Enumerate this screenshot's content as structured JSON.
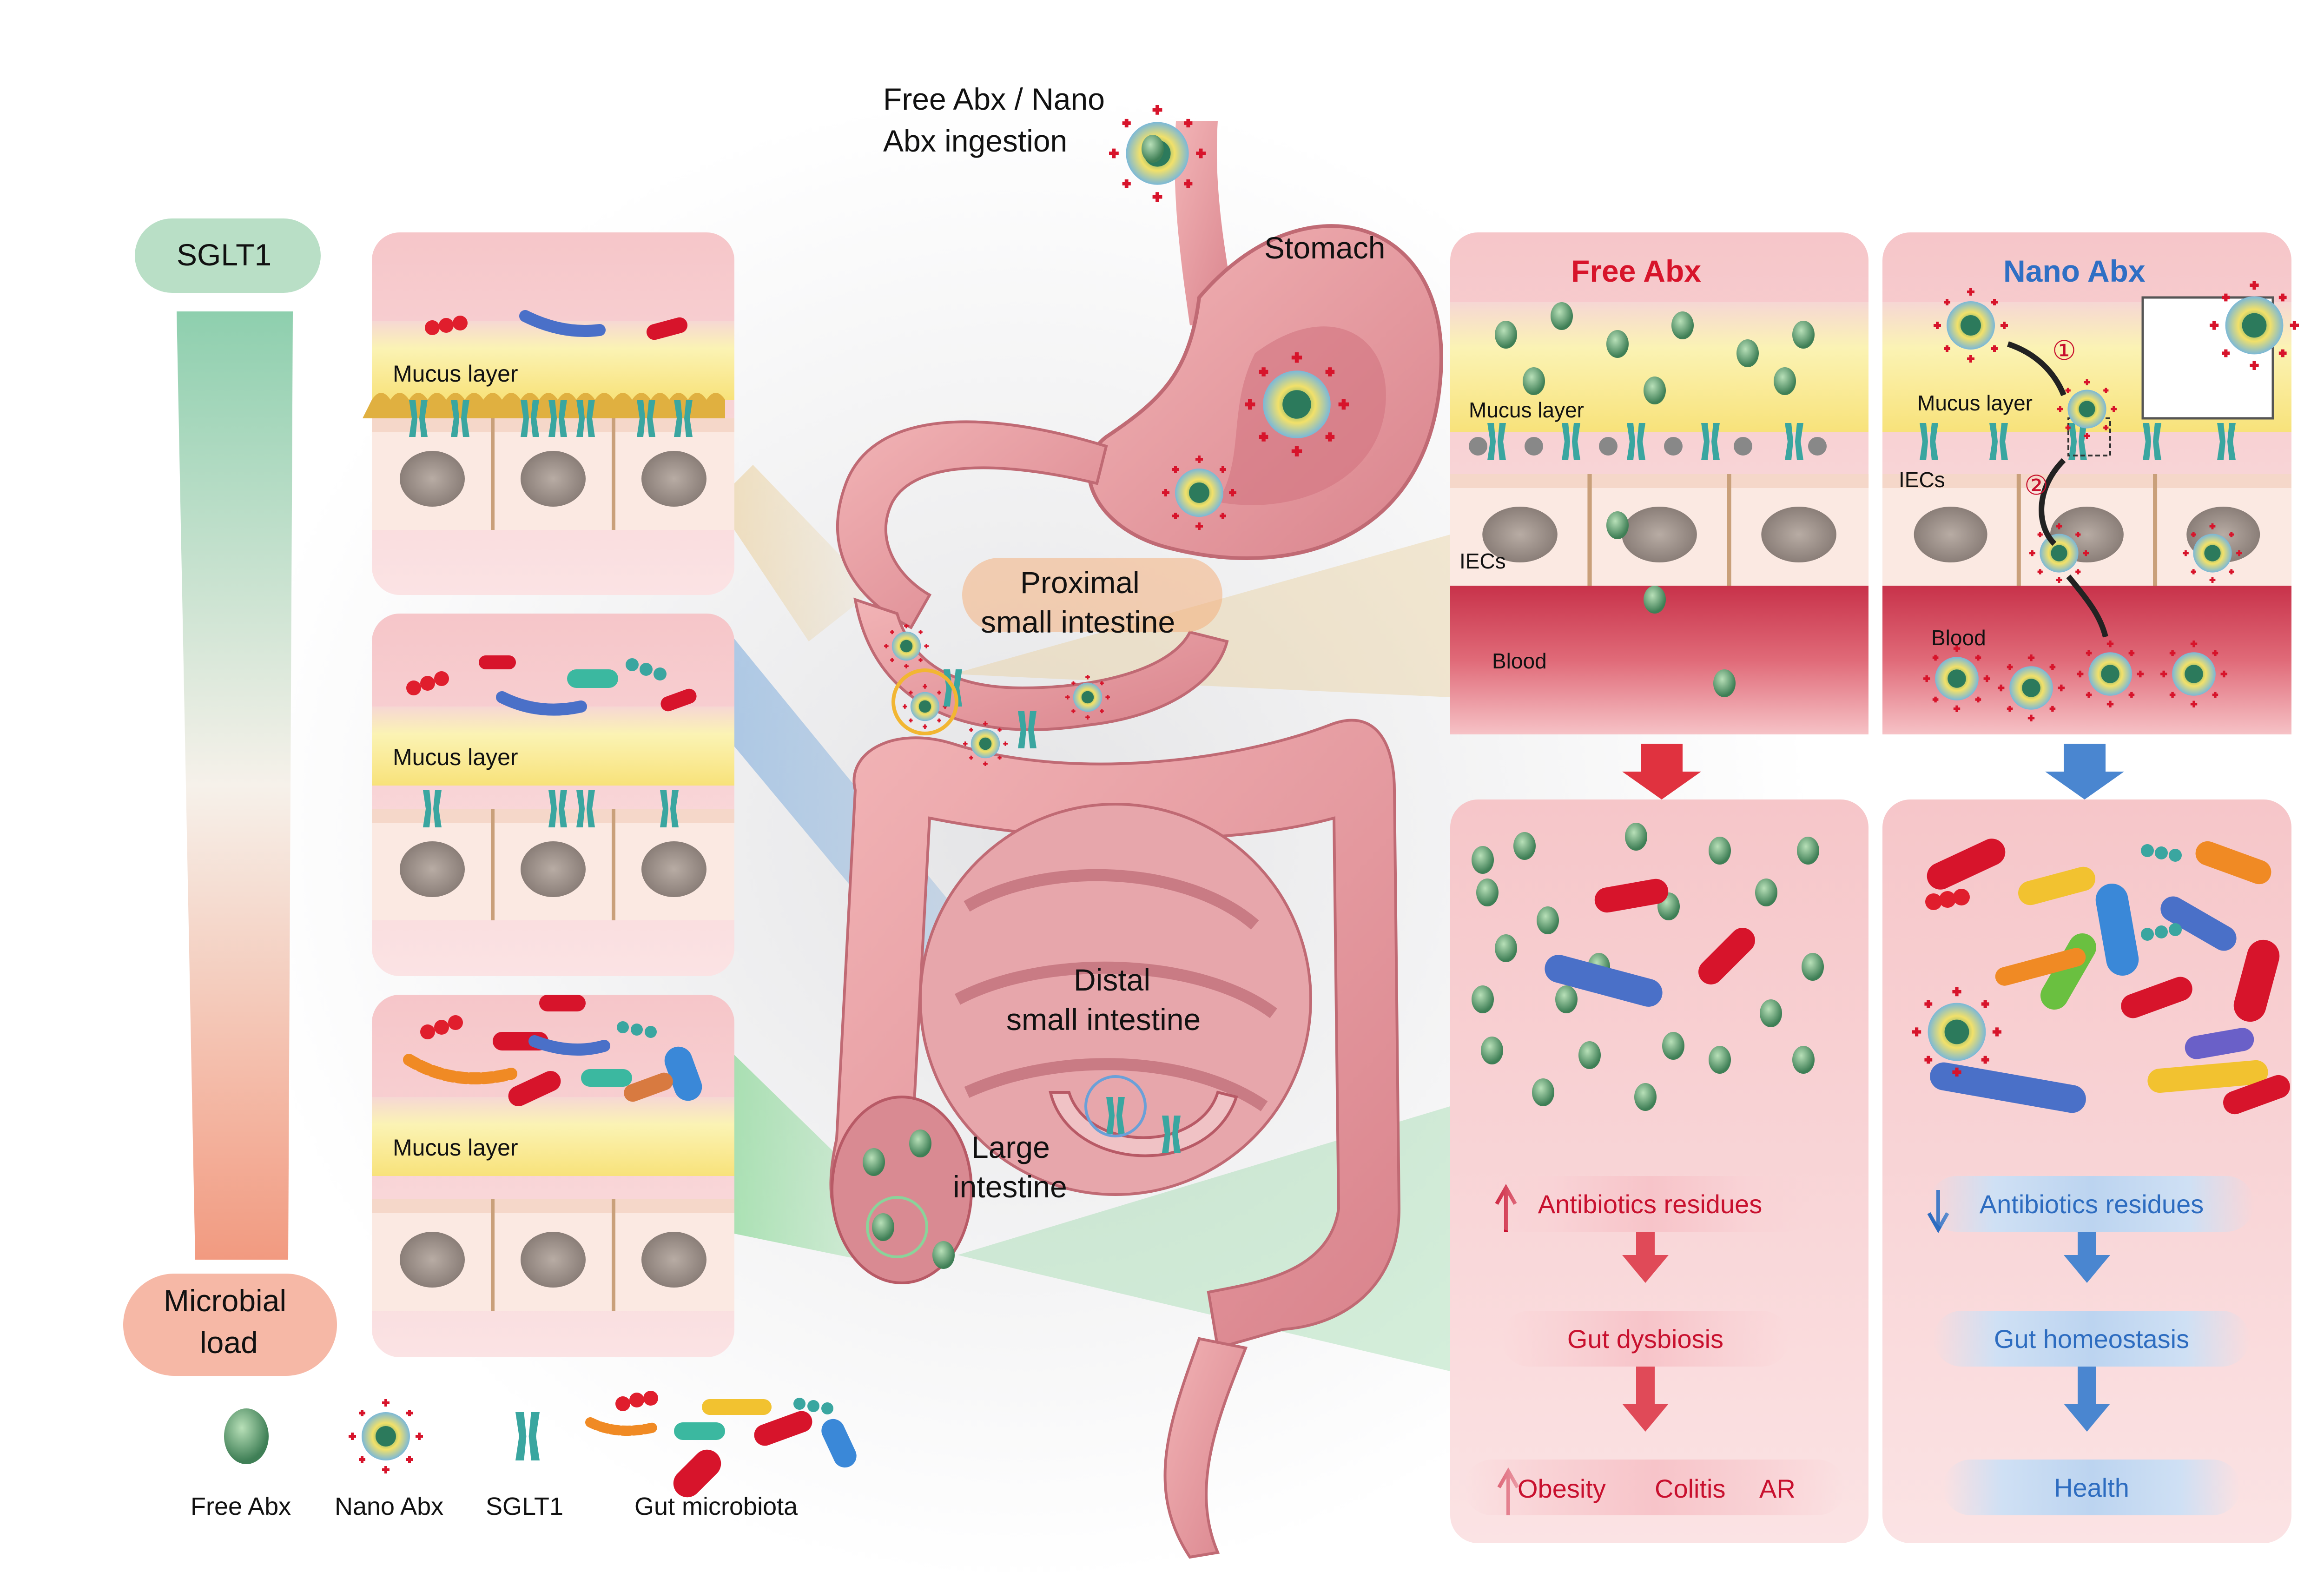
{
  "top": {
    "ingestion_line1": "Free Abx / Nano",
    "ingestion_line2": "Abx ingestion"
  },
  "organs": {
    "stomach": "Stomach",
    "proximal_line1": "Proximal",
    "proximal_line2": "small intestine",
    "distal_line1": "Distal",
    "distal_line2": "small intestine",
    "large_line1": "Large",
    "large_line2": "intestine"
  },
  "gradient_bar": {
    "top_label": "SGLT1",
    "bottom_label_line1": "Microbial",
    "bottom_label_line2": "load"
  },
  "left_panels": {
    "mucus_label": "Mucus layer"
  },
  "free_abx": {
    "title": "Free Abx",
    "mucus_label": "Mucus layer",
    "iec_label": "IECs",
    "blood_label": "Blood",
    "effects": [
      "Antibiotics residues",
      "Gut dysbiosis"
    ],
    "outcomes": [
      "Obesity",
      "Colitis",
      "AR"
    ]
  },
  "nano_abx": {
    "title": "Nano Abx",
    "mucus_label": "Mucus layer",
    "iec_label": "IECs",
    "blood_label": "Blood",
    "steps": [
      "①",
      "②"
    ],
    "effects": [
      "Antibiotics residues",
      "Gut homeostasis",
      "Health"
    ]
  },
  "legend": {
    "items": [
      "Free Abx",
      "Nano Abx",
      "SGLT1",
      "Gut microbiota"
    ]
  },
  "colors": {
    "free_accent": "#d7142b",
    "nano_accent": "#2f6fc4",
    "sglt1": "#3aa6a0",
    "free_abx_particle": "#3f8a5c"
  }
}
